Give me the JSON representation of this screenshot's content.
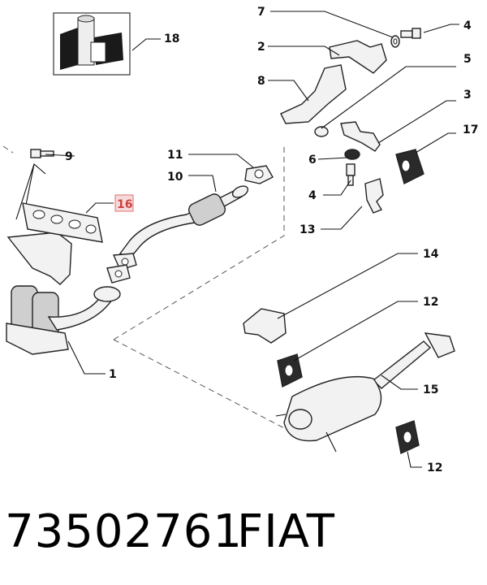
{
  "diagram": {
    "callouts": {
      "c1": "1",
      "c2": "2",
      "c3": "3",
      "c4a": "4",
      "c4b": "4",
      "c5": "5",
      "c6": "6",
      "c7": "7",
      "c8": "8",
      "c9": "9",
      "c10": "10",
      "c11": "11",
      "c12a": "12",
      "c12b": "12",
      "c13": "13",
      "c14": "14",
      "c15": "15",
      "c16": "16",
      "c17": "17",
      "c18": "18"
    },
    "highlighted_callout": "16",
    "highlight_color": "#f6dada"
  },
  "footer": {
    "part_number": "73502761",
    "brand": "FIAT"
  }
}
